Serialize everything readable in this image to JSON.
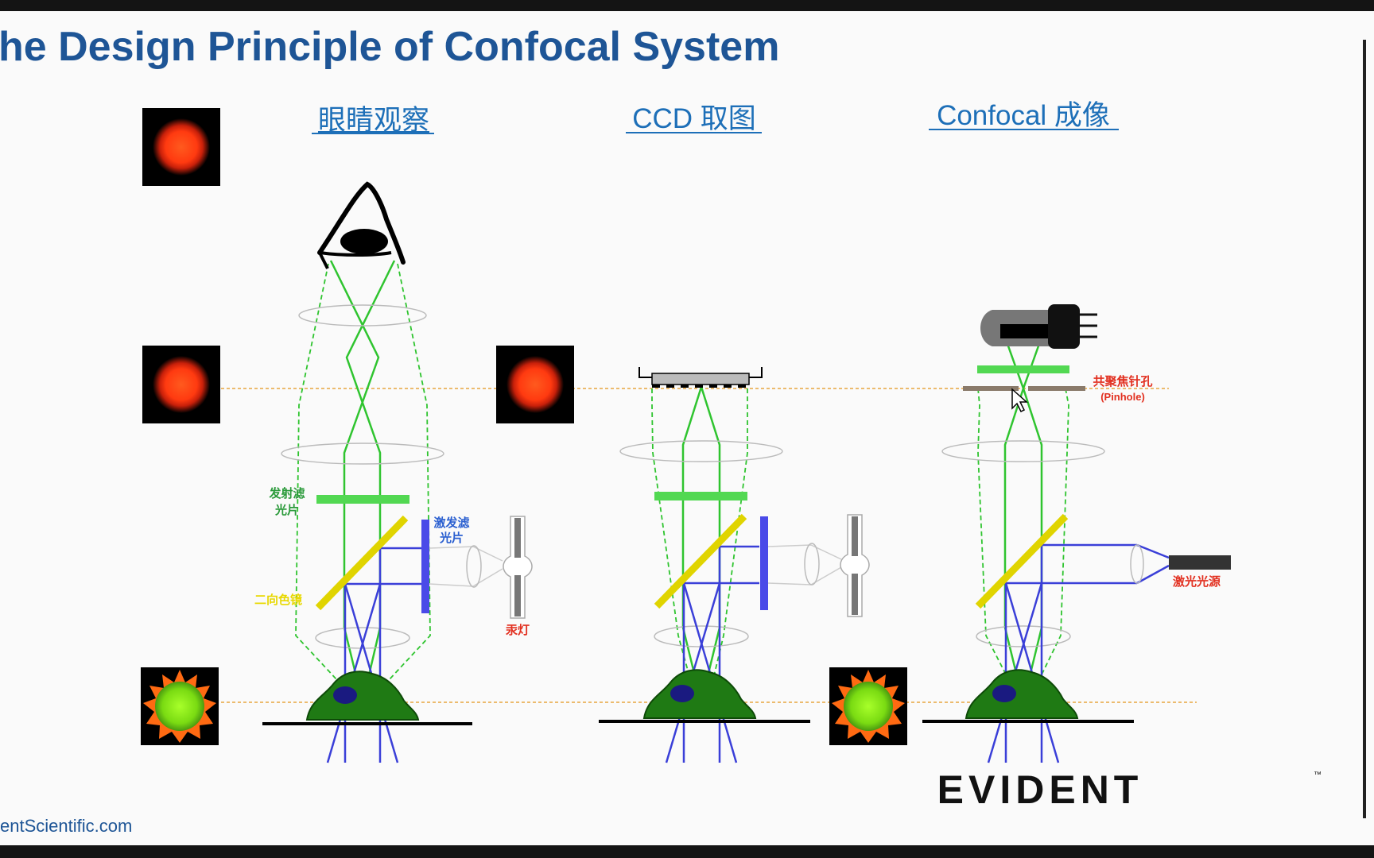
{
  "slide": {
    "title": "he Design Principle of Confocal System",
    "footer_url": "entScientific.com",
    "logo_text": "EVIDENT",
    "logo_tm": "™"
  },
  "columns": [
    {
      "heading": "眼睛观察"
    },
    {
      "heading": "CCD 取图"
    },
    {
      "heading": "Confocal 成像"
    }
  ],
  "labels": {
    "emission_filter_line1": "发射滤",
    "emission_filter_line2": "光片",
    "excitation_filter_line1": "激发滤",
    "excitation_filter_line2": "光片",
    "dichroic_mirror": "二向色镜",
    "mercury_lamp": "汞灯",
    "pinhole_cn": "共聚焦针孔",
    "pinhole_en": "(Pinhole)",
    "laser_source": "激光光源"
  },
  "colors": {
    "title_blue": "#1e5596",
    "heading_blue": "#1d6fb8",
    "beam_green": "#2fc42f",
    "beam_blue": "#3a3fd8",
    "label_green": "#2a9a3a",
    "label_blue": "#2a5fd0",
    "label_yellow": "#e8d800",
    "label_red": "#e23020",
    "focal_orange": "#e8a640"
  }
}
